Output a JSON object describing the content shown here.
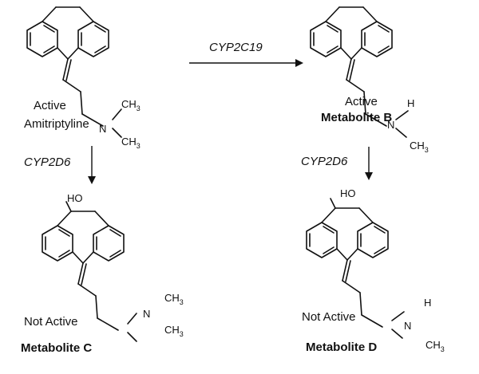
{
  "labels": {
    "amitriptyline_status": "Active",
    "amitriptyline_name": "Amitriptyline",
    "metabolite_b_status": "Active",
    "metabolite_b_name": "Metabolite B",
    "metabolite_c_status": "Not Active",
    "metabolite_c_name": "Metabolite C",
    "metabolite_d_status": "Not Active",
    "metabolite_d_name": "Metabolite D"
  },
  "enzymes": {
    "top_arrow": "CYP2C19",
    "left_arrow": "CYP2D6",
    "right_arrow": "CYP2D6"
  },
  "atoms": {
    "nitrogen": "N",
    "hydrogen": "H",
    "hydroxyl": "HO",
    "methyl": "CH",
    "methyl_subscript": "3"
  }
}
